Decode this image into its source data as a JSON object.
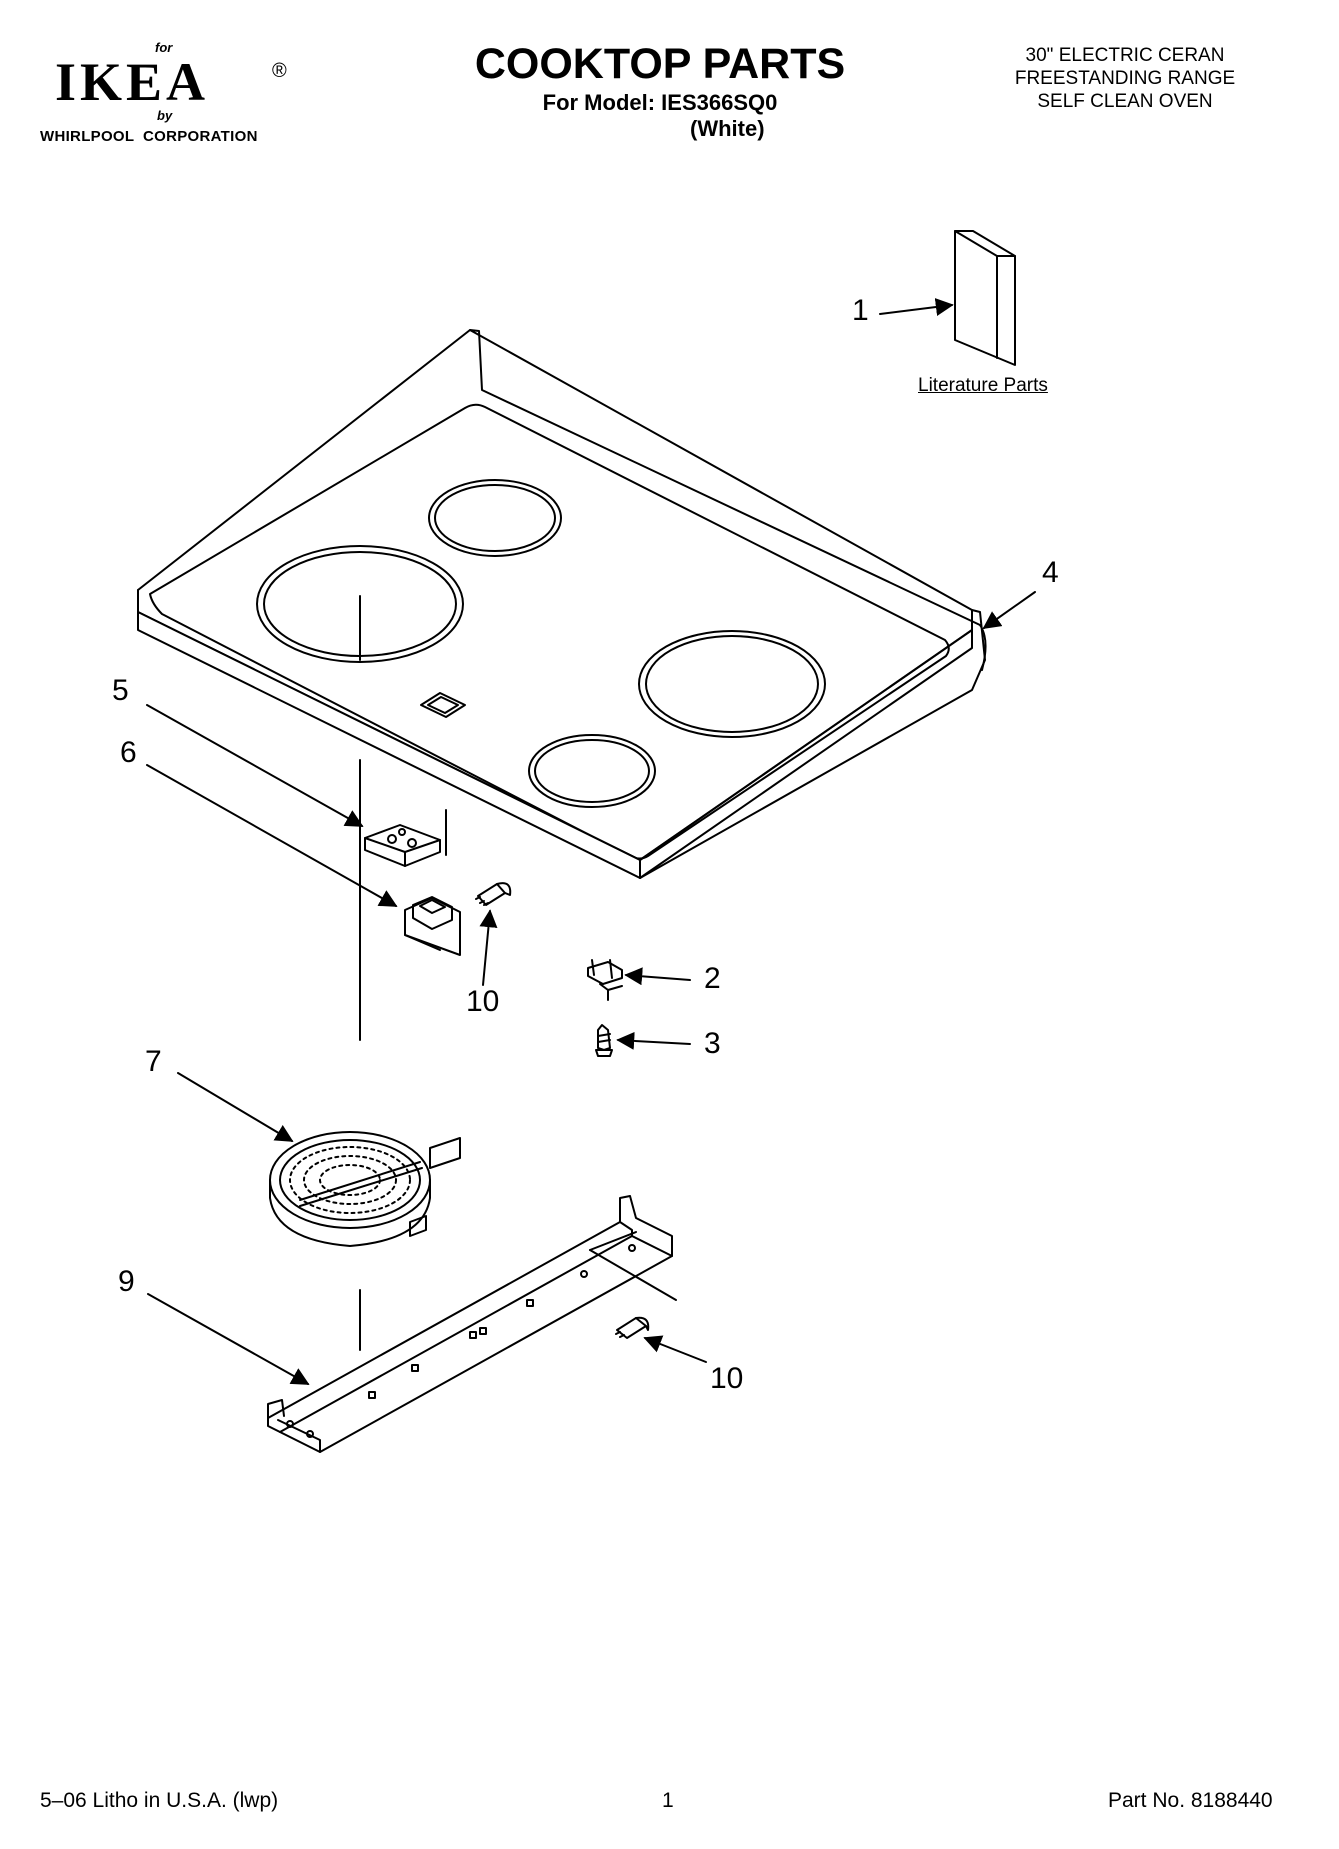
{
  "header": {
    "logo": {
      "for": "for",
      "word": "IKEA",
      "registered": "®",
      "by": "by",
      "corporation": "WHIRLPOOL  CORPORATION"
    },
    "title": "COOKTOP PARTS",
    "model_line": "For Model: IES366SQ0",
    "color_line": "(White)",
    "description": [
      "30\" ELECTRIC CERAN",
      "FREESTANDING RANGE",
      "SELF CLEAN OVEN"
    ]
  },
  "callouts": {
    "c1": "1",
    "c2": "2",
    "c3": "3",
    "c4": "4",
    "c5": "5",
    "c6": "6",
    "c7": "7",
    "c9": "9",
    "c10a": "10",
    "c10b": "10"
  },
  "literature_label": "Literature Parts",
  "footer": {
    "litho": "5–06 Litho in U.S.A. (lwp)",
    "page": "1",
    "part_no": "Part No. 8188440"
  }
}
